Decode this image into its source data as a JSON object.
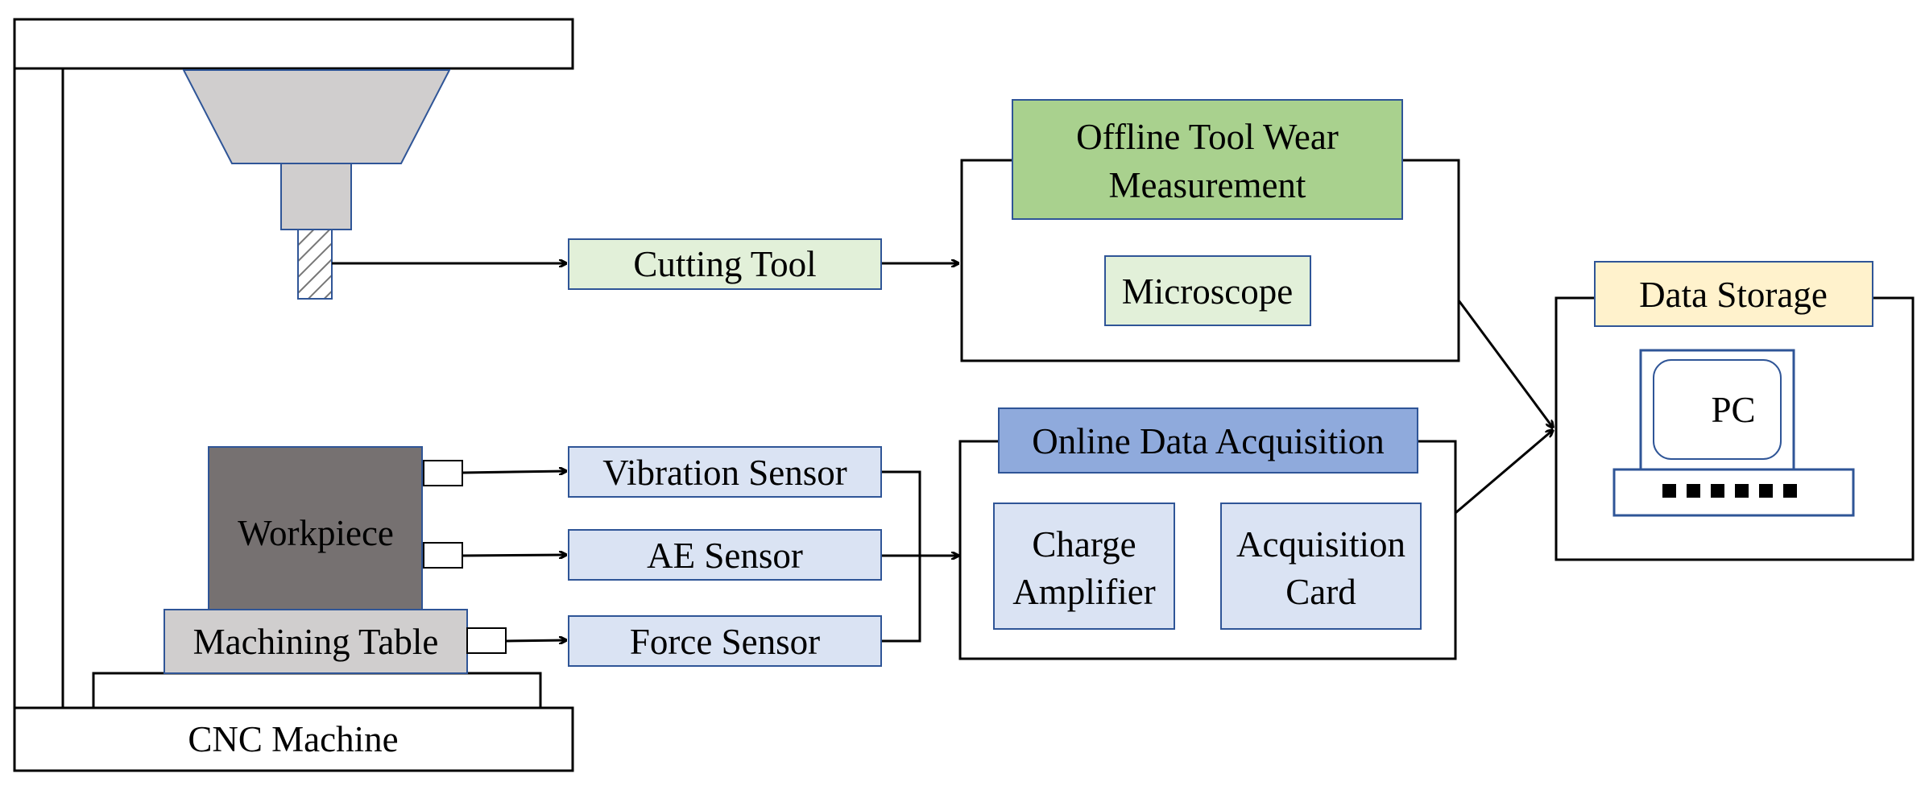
{
  "labels": {
    "cutting_tool": "Cutting Tool",
    "offline_measurement_line1": "Offline Tool Wear",
    "offline_measurement_line2": "Measurement",
    "microscope": "Microscope",
    "data_storage": "Data Storage",
    "pc": "PC",
    "online_acquisition": "Online Data Acquisition",
    "charge_amplifier_line1": "Charge",
    "charge_amplifier_line2": "Amplifier",
    "acquisition_card_line1": "Acquisition",
    "acquisition_card_line2": "Card",
    "vibration_sensor": "Vibration Sensor",
    "ae_sensor": "AE Sensor",
    "force_sensor": "Force Sensor",
    "workpiece": "Workpiece",
    "machining_table": "Machining Table",
    "cnc_machine": "CNC Machine"
  },
  "colors": {
    "green_header": "#a9d18e",
    "light_green": "#e2f0d9",
    "light_blue": "#dae3f3",
    "blue_header": "#8faadc",
    "yellow": "#fff2cc",
    "spindle_gray": "#d0cece",
    "workpiece_gray": "#767171",
    "table_gray": "#d0cece",
    "box_border": "#2f5597"
  }
}
